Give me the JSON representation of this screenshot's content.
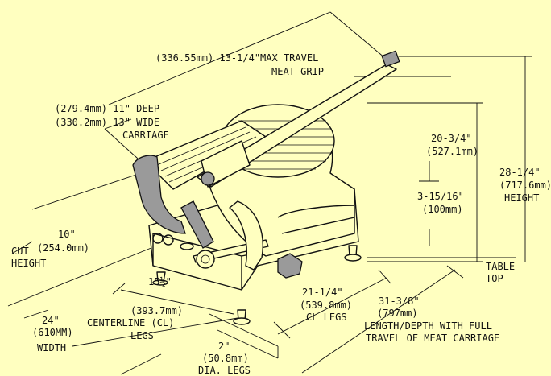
{
  "colors": {
    "background": "#FFFFC0",
    "ink": "#111111",
    "shade": "#9a9a9a"
  },
  "labels": {
    "max_travel_1": "(336.55mm) 13-1/4\"MAX TRAVEL",
    "max_travel_2": "MEAT GRIP",
    "carriage_1": "(279.4mm)  11\"  DEEP",
    "carriage_2": "(330.2mm)  13\"  WIDE",
    "carriage_3": "CARRIAGE",
    "ht_20_1": "20-3/4\"",
    "ht_20_2": "(527.1mm)",
    "ht_28_1": "28-1/4\"",
    "ht_28_2": "(717.6mm)",
    "ht_28_3": "HEIGHT",
    "ht_3_1": "3-15/16\"",
    "ht_3_2": "(100mm)",
    "cut_1": "10\"",
    "cut_2": "(254.0mm)",
    "cut_3": "CUT",
    "cut_4": "HEIGHT",
    "table_1": "TABLE",
    "table_2": "TOP",
    "cl15_1": "15½\"",
    "cl15_2": "(393.7mm)",
    "cl15_3": "CENTERLINE (CL)",
    "cl15_4": "LEGS",
    "cl21_1": "21-1/4\"",
    "cl21_2": "(539.8mm)",
    "cl21_3": "CL LEGS",
    "len_1": "31-3/8\"",
    "len_2": "(797mm)",
    "len_3": "LENGTH/DEPTH WITH FULL",
    "len_4": "TRAVEL OF MEAT CARRIAGE",
    "width_1": "24\"",
    "width_2": "(610MM)",
    "width_3": "WIDTH",
    "dia_1": "2\"",
    "dia_2": "(50.8mm)",
    "dia_3": "DIA. LEGS"
  }
}
